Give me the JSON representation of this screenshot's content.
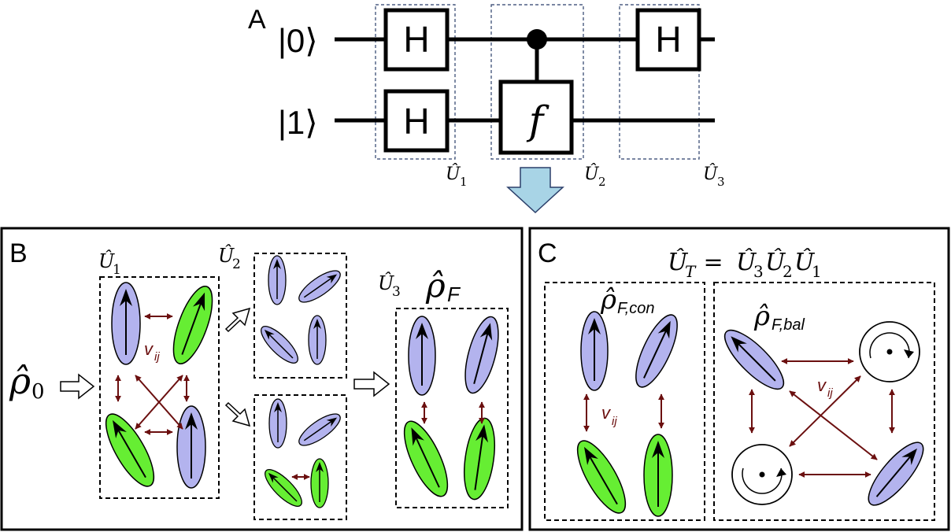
{
  "panel_labels": {
    "a": "A",
    "b": "B",
    "c": "C"
  },
  "circuit": {
    "inputs": [
      "|0⟩",
      "|1⟩"
    ],
    "gates": {
      "h": "H",
      "f": "f"
    },
    "stage_labels": {
      "u1": "Û",
      "u1_sub": "1",
      "u2": "Û",
      "u2_sub": "2",
      "u3": "Û",
      "u3_sub": "3"
    }
  },
  "panel_b": {
    "rho0": "ρ̂",
    "rho0_sub": "0",
    "u1": "Û",
    "u1_sub": "1",
    "u2": "Û",
    "u2_sub": "2",
    "u3": "Û",
    "u3_sub": "3",
    "rhoF": "ρ̂",
    "rhoF_sub": "F",
    "coupling": "v",
    "coupling_sub": "ij"
  },
  "panel_c": {
    "eq_lhs": "Û",
    "eq_lhs_sub": "T",
    "eq_eq": " = ",
    "eq_rhs": [
      {
        "sym": "Û",
        "sub": "3"
      },
      {
        "sym": "Û",
        "sub": "2"
      },
      {
        "sym": "Û",
        "sub": "1"
      }
    ],
    "rho_con": "ρ̂",
    "rho_con_sub": "F,con",
    "rho_bal": "ρ̂",
    "rho_bal_sub": "F,bal",
    "coupling": "v",
    "coupling_sub": "ij"
  },
  "colors": {
    "blue_fill": "#b3b3ee",
    "green_fill": "#66ee33",
    "coupling_arrow": "#6b0f0f",
    "arrow_down": "#a8d4e6",
    "box_dash": "#2b3f6a"
  }
}
